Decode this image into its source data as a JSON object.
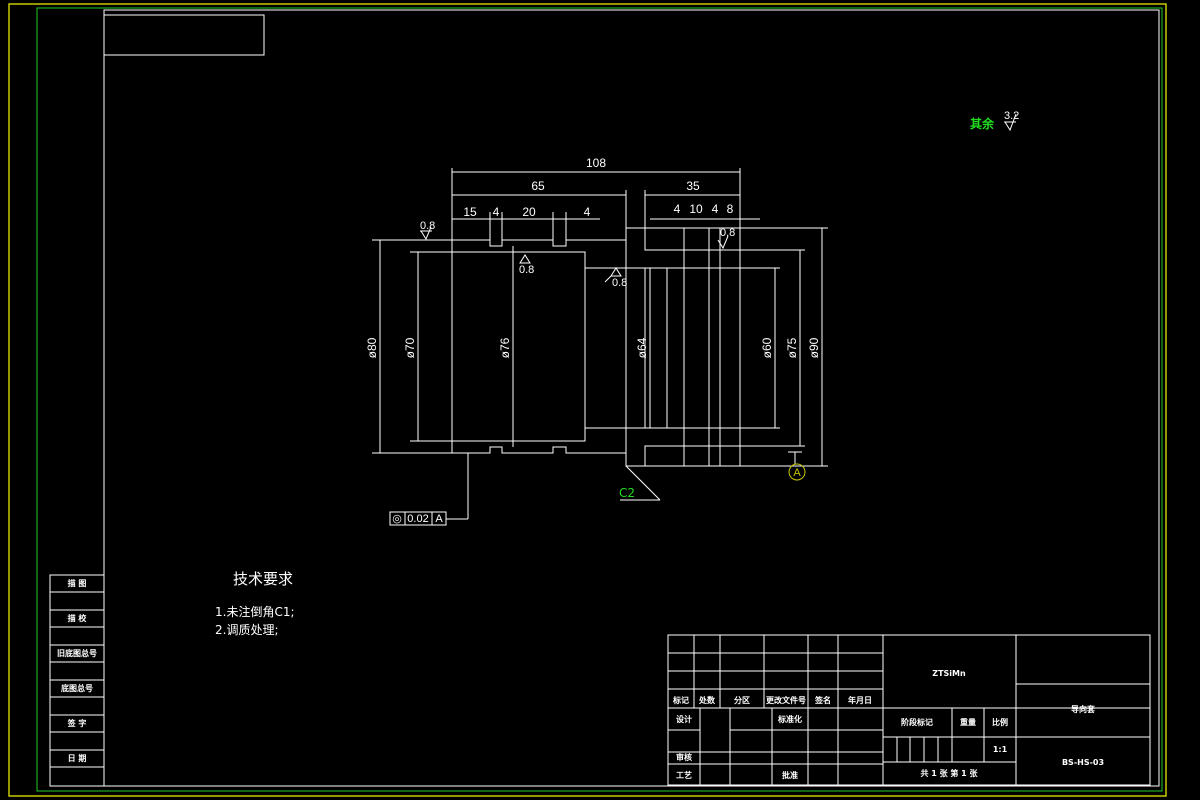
{
  "colors": {
    "background": "#000000",
    "frame": "#c8c800",
    "lines": "#ffffff",
    "accent": "#22dd22"
  },
  "roughness": {
    "other_label": "其余",
    "other_value": "3.2"
  },
  "dims": {
    "total": "108",
    "left": "65",
    "right": "35",
    "d15": "15",
    "d4a": "4",
    "d20": "20",
    "d4b": "4",
    "d4c": "4",
    "d10": "10",
    "d4d": "4",
    "d8": "8",
    "dia80": "ø80",
    "dia70": "ø70",
    "dia76": "ø76",
    "dia64": "ø64",
    "dia60": "ø60",
    "dia75": "ø75",
    "dia90": "ø90",
    "rough1": "0.8",
    "rough2": "0.8",
    "rough3": "0.8",
    "rough4": "0.8",
    "chamfer": "C2",
    "datum": "A"
  },
  "tolerance": {
    "symbol": "◎",
    "value": "0.02",
    "datum": "A"
  },
  "tech": {
    "title": "技术要求",
    "line1": "1.未注倒角C1;",
    "line2": "2.调质处理;"
  },
  "side_labels": [
    "描 图",
    "描 校",
    "旧底图总号",
    "底图总号",
    "签 字",
    "日 期"
  ],
  "title_block": {
    "material": "ZTSiMn",
    "part_name": "导向套",
    "drawing_no": "BS-HS-03",
    "h_mark": "标记",
    "h_count": "处数",
    "h_zone": "分区",
    "h_doc": "更改文件号",
    "h_sign": "签名",
    "h_date": "年月日",
    "design": "设计",
    "std": "标准化",
    "check": "审核",
    "process": "工艺",
    "approve": "批准",
    "stage": "阶段标记",
    "weight": "重量",
    "scale": "比例",
    "scale_value": "1:1",
    "sheets": "共 1 张  第 1 张"
  }
}
